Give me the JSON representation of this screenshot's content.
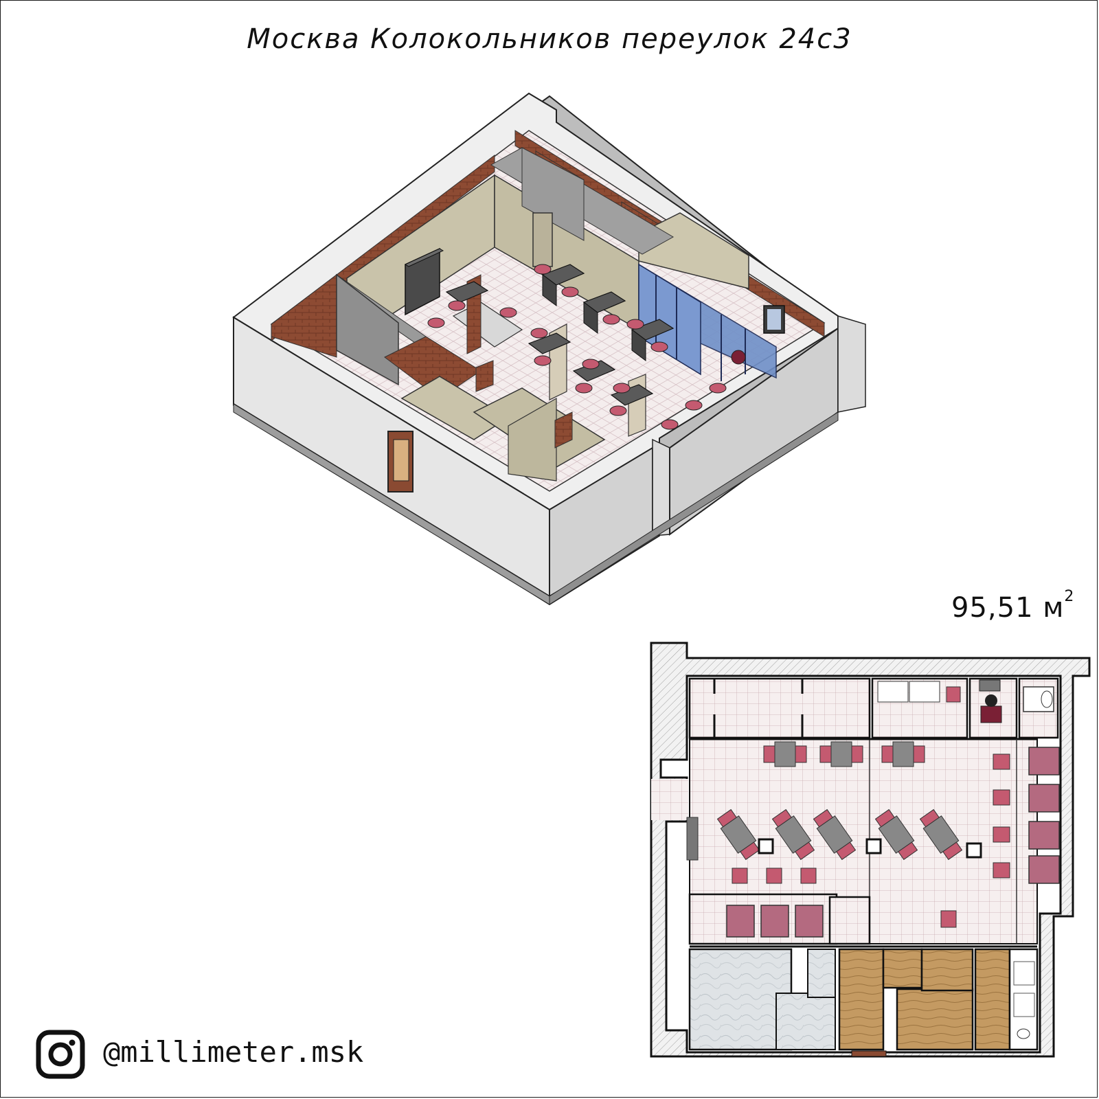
{
  "title": "Москва Колокольников переулок 24с3",
  "area": {
    "value": "95,51 м",
    "exponent": "2"
  },
  "social": {
    "handle": "@millimeter.msk",
    "icon": "instagram-icon"
  },
  "colors": {
    "wall_light": "#e8e8e8",
    "wall_shadow": "#c9c9c9",
    "brick": "#8a4a32",
    "beige_wall": "#c7c1a8",
    "grey_wall": "#8f8f8f",
    "floor_tile": "#f5eded",
    "chair_pink": "#c45a70",
    "table_grey": "#5a5a5a",
    "glass_blue": "#6f8fc8",
    "wood": "#b58a52",
    "marble": "#dde2e6",
    "hatch": "#9a9a9a"
  }
}
